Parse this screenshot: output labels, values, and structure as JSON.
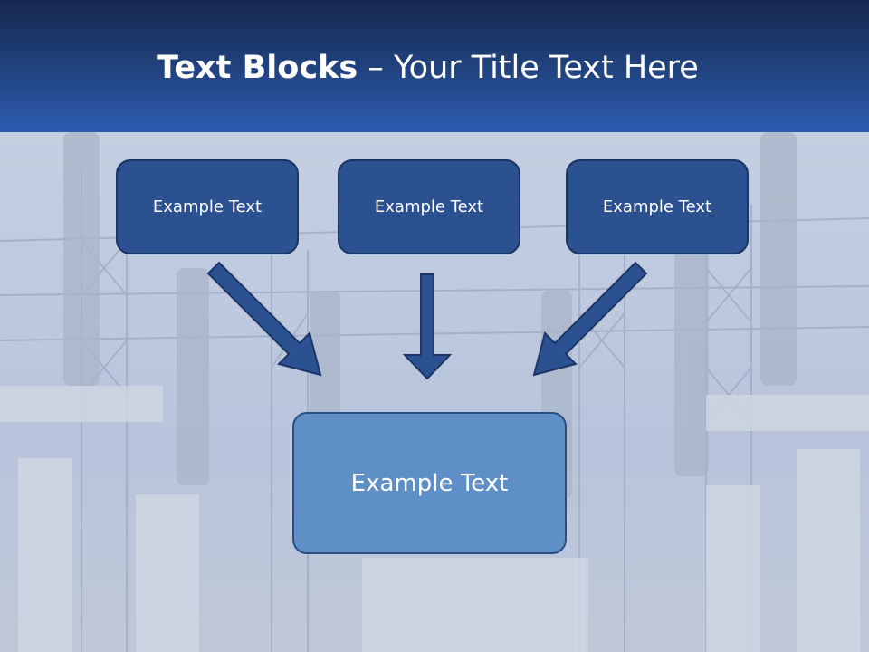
{
  "slide": {
    "title_bold": "Text Blocks",
    "title_rest": " – Your Title Text Here",
    "boxes": [
      "Example Text",
      "Example Text",
      "Example Text"
    ],
    "main_box": "Example Text"
  },
  "colors": {
    "header_top": "#16284f",
    "header_bottom": "#2d5cb0",
    "box_fill": "#2c5190",
    "main_box_fill": "#5e8fc6",
    "arrow_fill": "#2c5190"
  }
}
